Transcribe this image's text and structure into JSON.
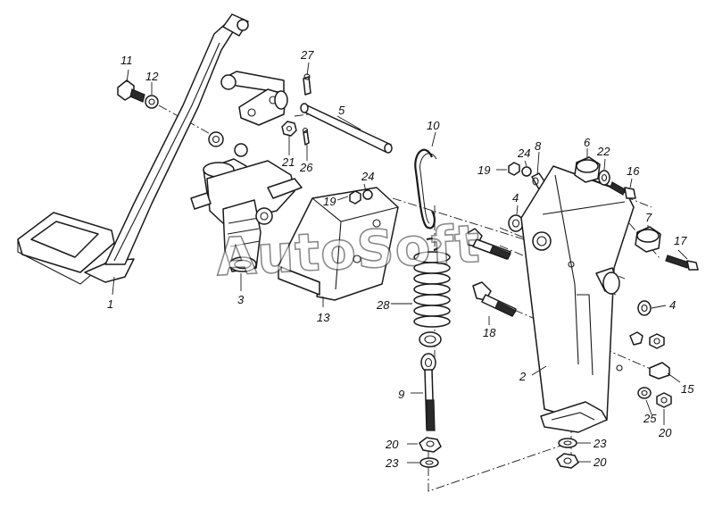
{
  "watermark": "AutoSoft",
  "labels": {
    "l1": "1",
    "l2": "2",
    "l3": "3",
    "l4a": "4",
    "l4b": "4",
    "l5": "5",
    "l6": "6",
    "l7": "7",
    "l8": "8",
    "l9": "9",
    "l10": "10",
    "l11": "11",
    "l12": "12",
    "l13": "13",
    "l15": "15",
    "l16": "16",
    "l17": "17",
    "l18": "18",
    "l19a": "19",
    "l19b": "19",
    "l20a": "20",
    "l20b": "20",
    "l20c": "20",
    "l21": "21",
    "l22": "22",
    "l23a": "23",
    "l23b": "23",
    "l24a": "24",
    "l24b": "24",
    "l25": "25",
    "l26": "26",
    "l27": "27",
    "l28": "28"
  }
}
